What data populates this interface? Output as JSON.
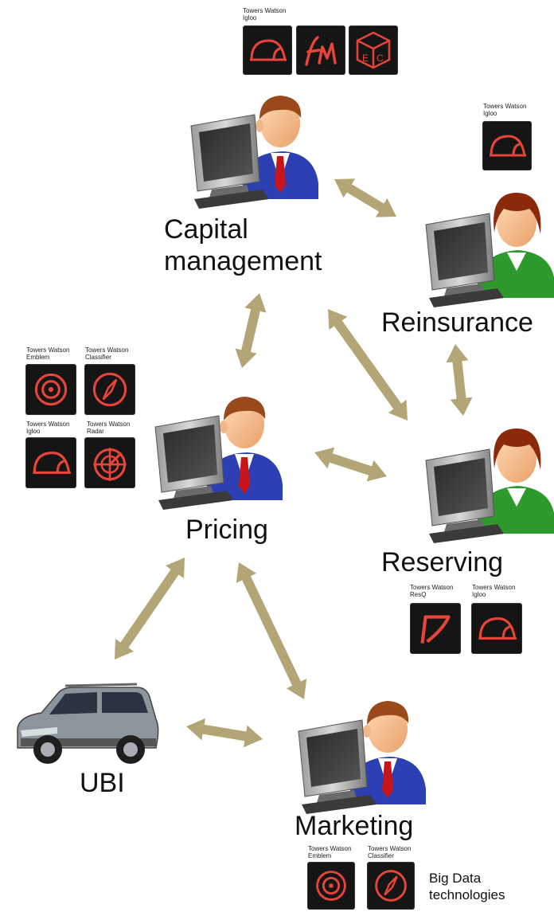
{
  "colors": {
    "arrow": "#b2a677",
    "icon_bg": "#151515",
    "icon_fg": "#e8453a",
    "male_shirt": "#2c3fb3",
    "female_shirt": "#2e9a2e",
    "tie": "#c8151c"
  },
  "nodes": {
    "capital": {
      "label": "Capital\nmanagement",
      "icon": "male-user-at-computer-icon"
    },
    "reinsurance": {
      "label": "Reinsurance",
      "icon": "female-user-at-computer-icon"
    },
    "pricing": {
      "label": "Pricing",
      "icon": "male-user-at-computer-icon"
    },
    "reserving": {
      "label": "Reserving",
      "icon": "female-user-at-computer-icon"
    },
    "ubi": {
      "label": "UBI",
      "icon": "car-icon"
    },
    "marketing": {
      "label": "Marketing",
      "icon": "male-user-at-computer-icon"
    }
  },
  "products": {
    "capital_igloo": {
      "caption": "Towers Watson\nIgloo",
      "icon": "igloo-icon"
    },
    "capital_fm": {
      "icon": "fm-icon"
    },
    "capital_ec": {
      "icon": "ec-cube-icon"
    },
    "reinsurance_igloo": {
      "caption": "Towers Watson\nIgloo",
      "icon": "igloo-icon"
    },
    "pricing_emblem": {
      "caption": "Towers Watson\nEmblem",
      "icon": "emblem-target-icon"
    },
    "pricing_classifier": {
      "caption": "Towers Watson\nClassifier",
      "icon": "compass-icon"
    },
    "pricing_igloo": {
      "caption": "Towers Watson\nIgloo",
      "icon": "igloo-icon"
    },
    "pricing_radar": {
      "caption": "Towers Watson\nRadar",
      "icon": "radar-icon"
    },
    "reserving_resq": {
      "caption": "Towers Watson\nResQ",
      "icon": "resq-icon"
    },
    "reserving_igloo": {
      "caption": "Towers Watson\nIgloo",
      "icon": "igloo-icon"
    },
    "marketing_emblem": {
      "caption": "Towers Watson\nEmblem",
      "icon": "emblem-target-icon"
    },
    "marketing_classifier": {
      "caption": "Towers Watson\nClassifier",
      "icon": "compass-icon"
    }
  },
  "notes": {
    "big_data": "Big Data\ntechnologies"
  },
  "edges": [
    {
      "from": "capital",
      "to": "reinsurance"
    },
    {
      "from": "capital",
      "to": "pricing"
    },
    {
      "from": "capital",
      "to": "reserving"
    },
    {
      "from": "reinsurance",
      "to": "reserving"
    },
    {
      "from": "pricing",
      "to": "reserving"
    },
    {
      "from": "pricing",
      "to": "ubi"
    },
    {
      "from": "pricing",
      "to": "marketing"
    },
    {
      "from": "ubi",
      "to": "marketing"
    }
  ]
}
